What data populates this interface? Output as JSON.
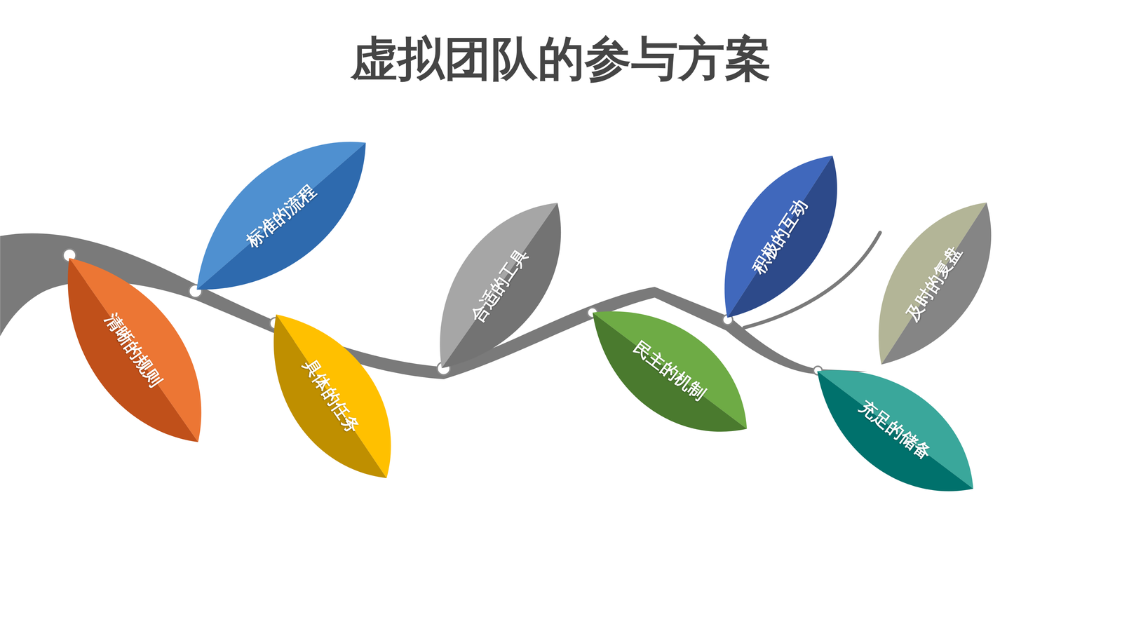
{
  "diagram": {
    "title": "虚拟团队的参与方案",
    "nodes": [
      {
        "text": [
          "清晰的规则"
        ]
      },
      {
        "text": [
          "标准的流程"
        ]
      },
      {
        "text": [
          "具体的任务"
        ]
      },
      {
        "text": [
          "合适的工具"
        ]
      },
      {
        "text": [
          "民主的机制"
        ]
      },
      {
        "text": [
          "积极的互动"
        ]
      },
      {
        "text": [
          "及时的复盘"
        ]
      },
      {
        "text": [
          "充足的储备"
        ]
      }
    ]
  }
}
